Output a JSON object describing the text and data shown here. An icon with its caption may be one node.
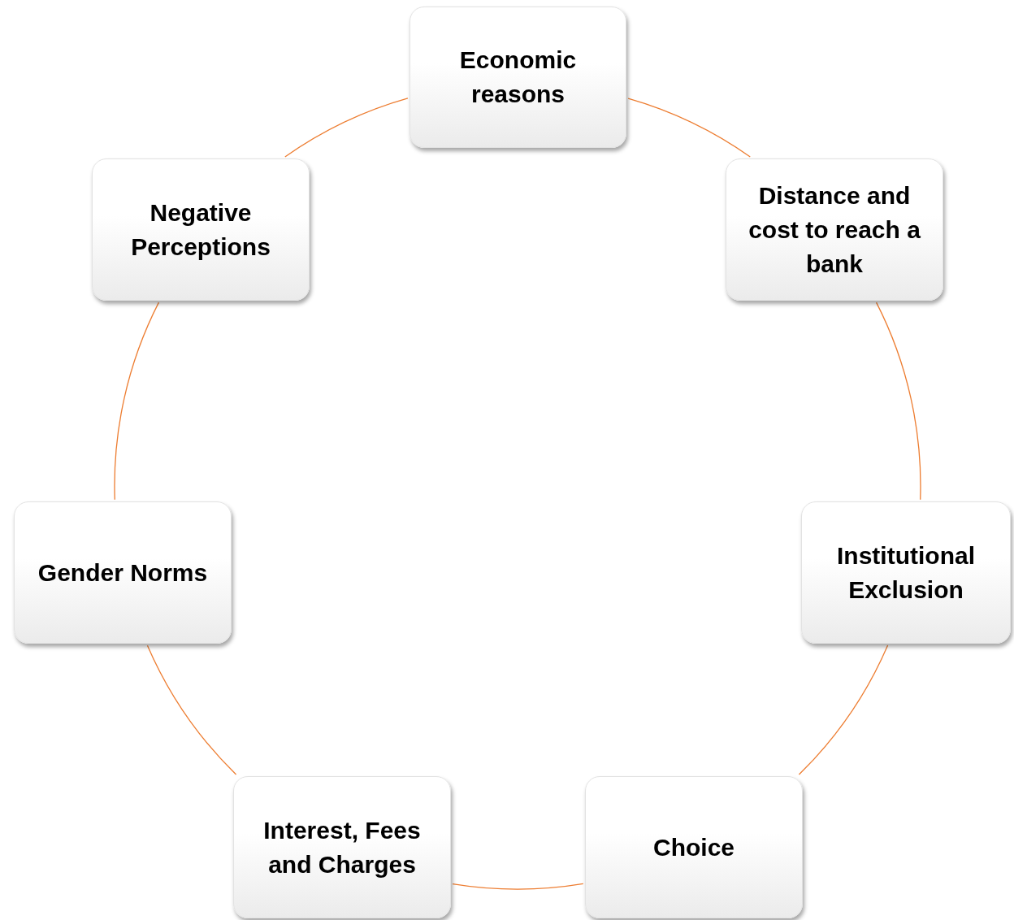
{
  "diagram": {
    "nodes": [
      {
        "text": [
          "Economic reasons"
        ]
      },
      {
        "text": [
          "Distance and cost to reach a bank"
        ]
      },
      {
        "text": [
          "Institutional Exclusion"
        ]
      },
      {
        "text": [
          "Choice"
        ]
      },
      {
        "text": [
          "Interest, Fees and Charges"
        ]
      },
      {
        "text": [
          "Gender Norms"
        ]
      },
      {
        "text": [
          "Negative Perceptions"
        ]
      }
    ],
    "edges": [
      {
        "from": 0,
        "to": 1,
        "arrow": "none"
      },
      {
        "from": 1,
        "to": 2,
        "arrow": "none"
      },
      {
        "from": 2,
        "to": 3,
        "arrow": "none"
      },
      {
        "from": 3,
        "to": 4,
        "arrow": "none"
      },
      {
        "from": 4,
        "to": 5,
        "arrow": "none"
      },
      {
        "from": 5,
        "to": 6,
        "arrow": "none"
      },
      {
        "from": 6,
        "to": 0,
        "arrow": "none"
      }
    ]
  }
}
